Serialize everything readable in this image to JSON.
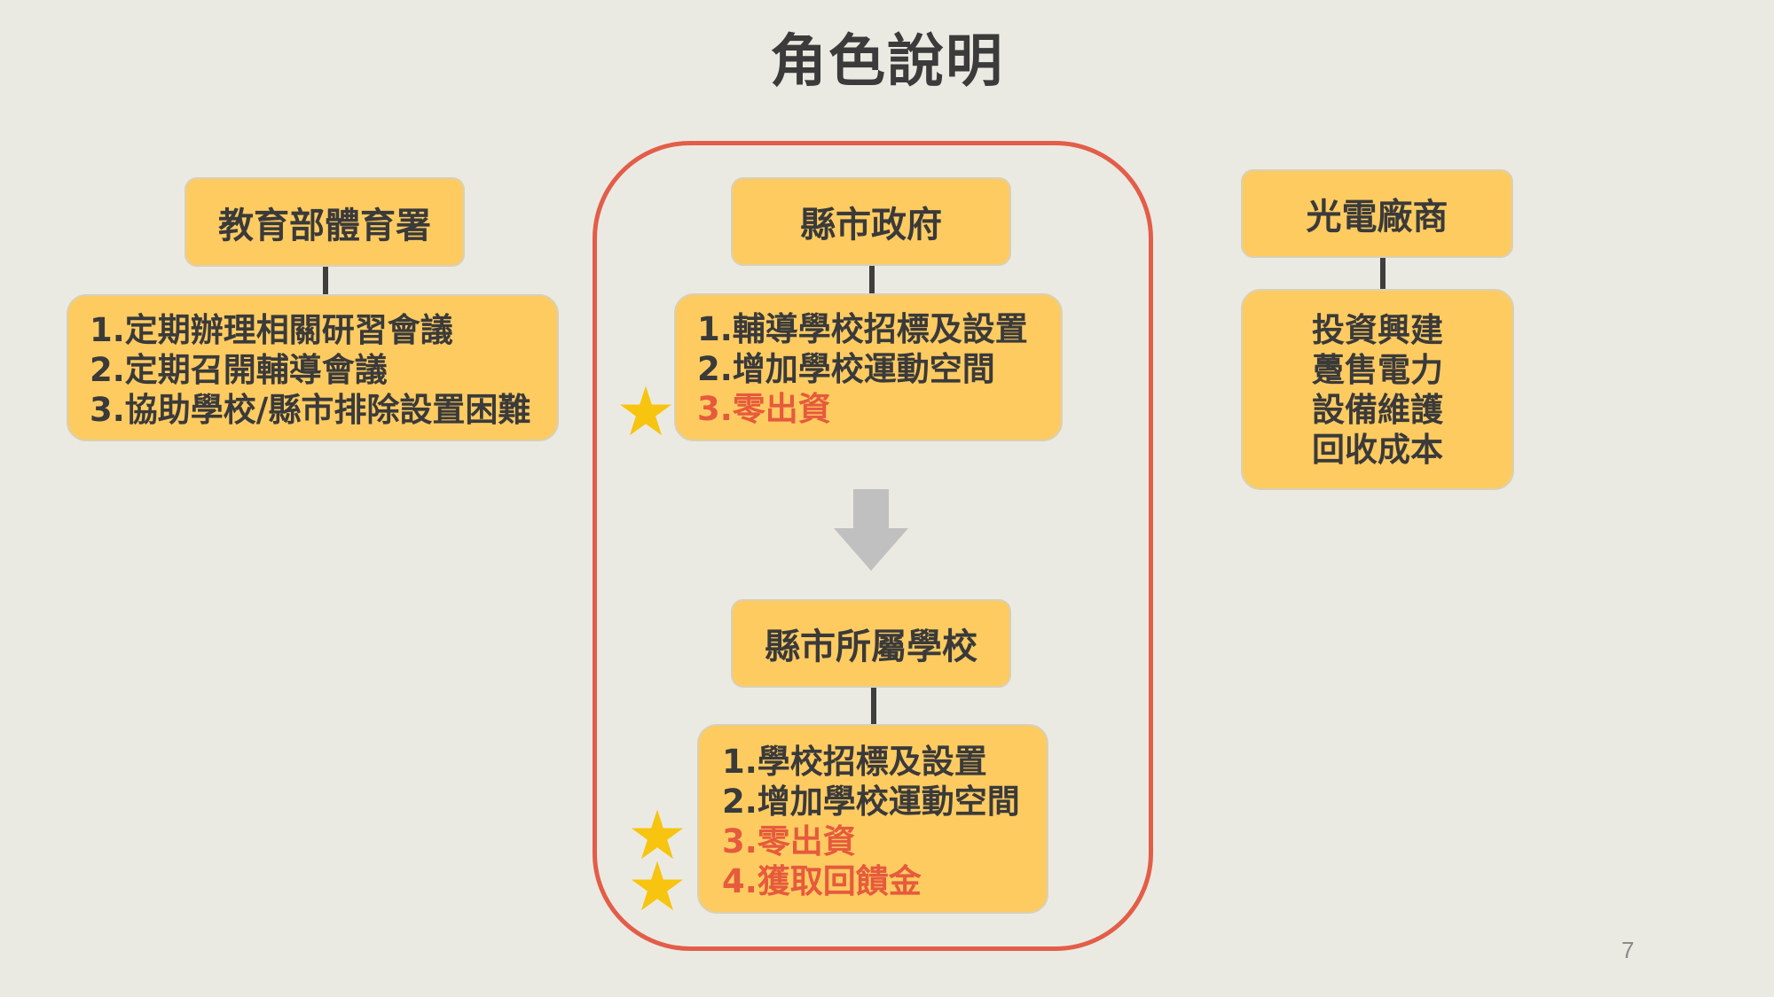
{
  "title": "角色說明",
  "columns": {
    "ministry": {
      "header": "教育部體育署",
      "items": [
        "1.定期辦理相關研習會議",
        "2.定期召開輔導會議",
        "3.協助學校/縣市排除設置困難"
      ]
    },
    "government": {
      "header": "縣市政府",
      "items": [
        "1.輔導學校招標及設置",
        "2.增加學校運動空間",
        "3.零出資"
      ]
    },
    "school": {
      "header": "縣市所屬學校",
      "items": [
        "1.學校招標及設置",
        "2.增加學校運動空間",
        "3.零出資",
        "4.獲取回饋金"
      ]
    },
    "vendor": {
      "header": "光電廠商",
      "items": [
        "投資興建",
        "躉售電力",
        "設備維護",
        "回收成本"
      ]
    }
  },
  "colors": {
    "box_fill": "#fecb61",
    "highlight_text": "#e65a3d",
    "frame_border": "#e35d49",
    "star": "#f7c40f",
    "arrow": "#c0c0c0"
  },
  "icons": {
    "star": "star-icon",
    "arrow": "down-arrow-icon"
  },
  "page_number": "7"
}
